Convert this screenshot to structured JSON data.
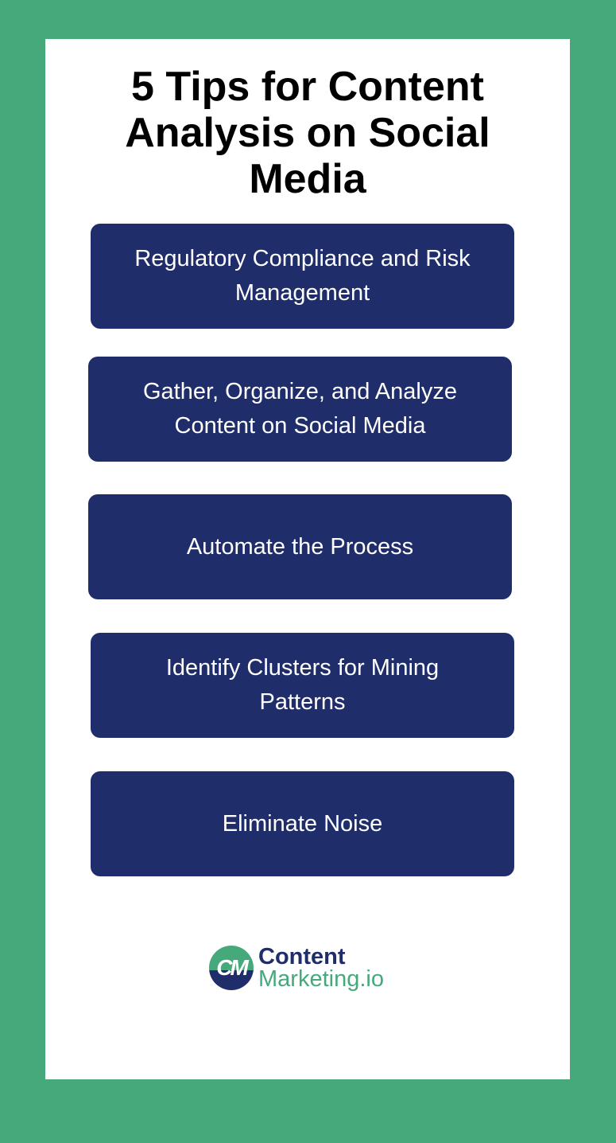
{
  "colors": {
    "background": "#46A97C",
    "box": "#1F2D6B",
    "panel": "#FFFFFF"
  },
  "title": {
    "line1": "5 Tips for Content",
    "line2": "Analysis on Social",
    "line3": "Media"
  },
  "tips": [
    {
      "label": "Regulatory Compliance and Risk Management"
    },
    {
      "label": "Gather, Organize, and Analyze Content on Social Media"
    },
    {
      "label": "Automate the Process"
    },
    {
      "label": "Identify Clusters for Mining Patterns"
    },
    {
      "label": "Eliminate Noise"
    }
  ],
  "logo": {
    "mark": "CM",
    "line1": "Content",
    "line2": "Marketing.io"
  }
}
